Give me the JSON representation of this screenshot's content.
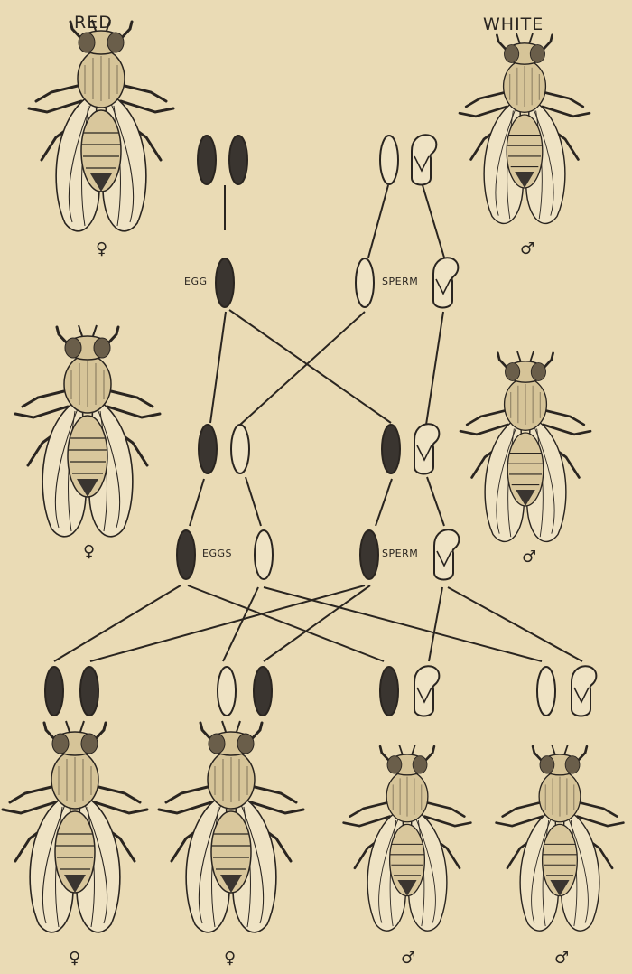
{
  "headings": {
    "left": "RED",
    "right": "WHITE"
  },
  "labels": {
    "egg": "EGG",
    "sperm": "SPERM",
    "eggs": "EGGS",
    "sperm2": "SPERM"
  },
  "symbols": {
    "female": "♀",
    "male": "♂"
  },
  "colors": {
    "paper": "#eadbb5",
    "ink": "#2a2520",
    "dark_body": "#3a3530"
  }
}
